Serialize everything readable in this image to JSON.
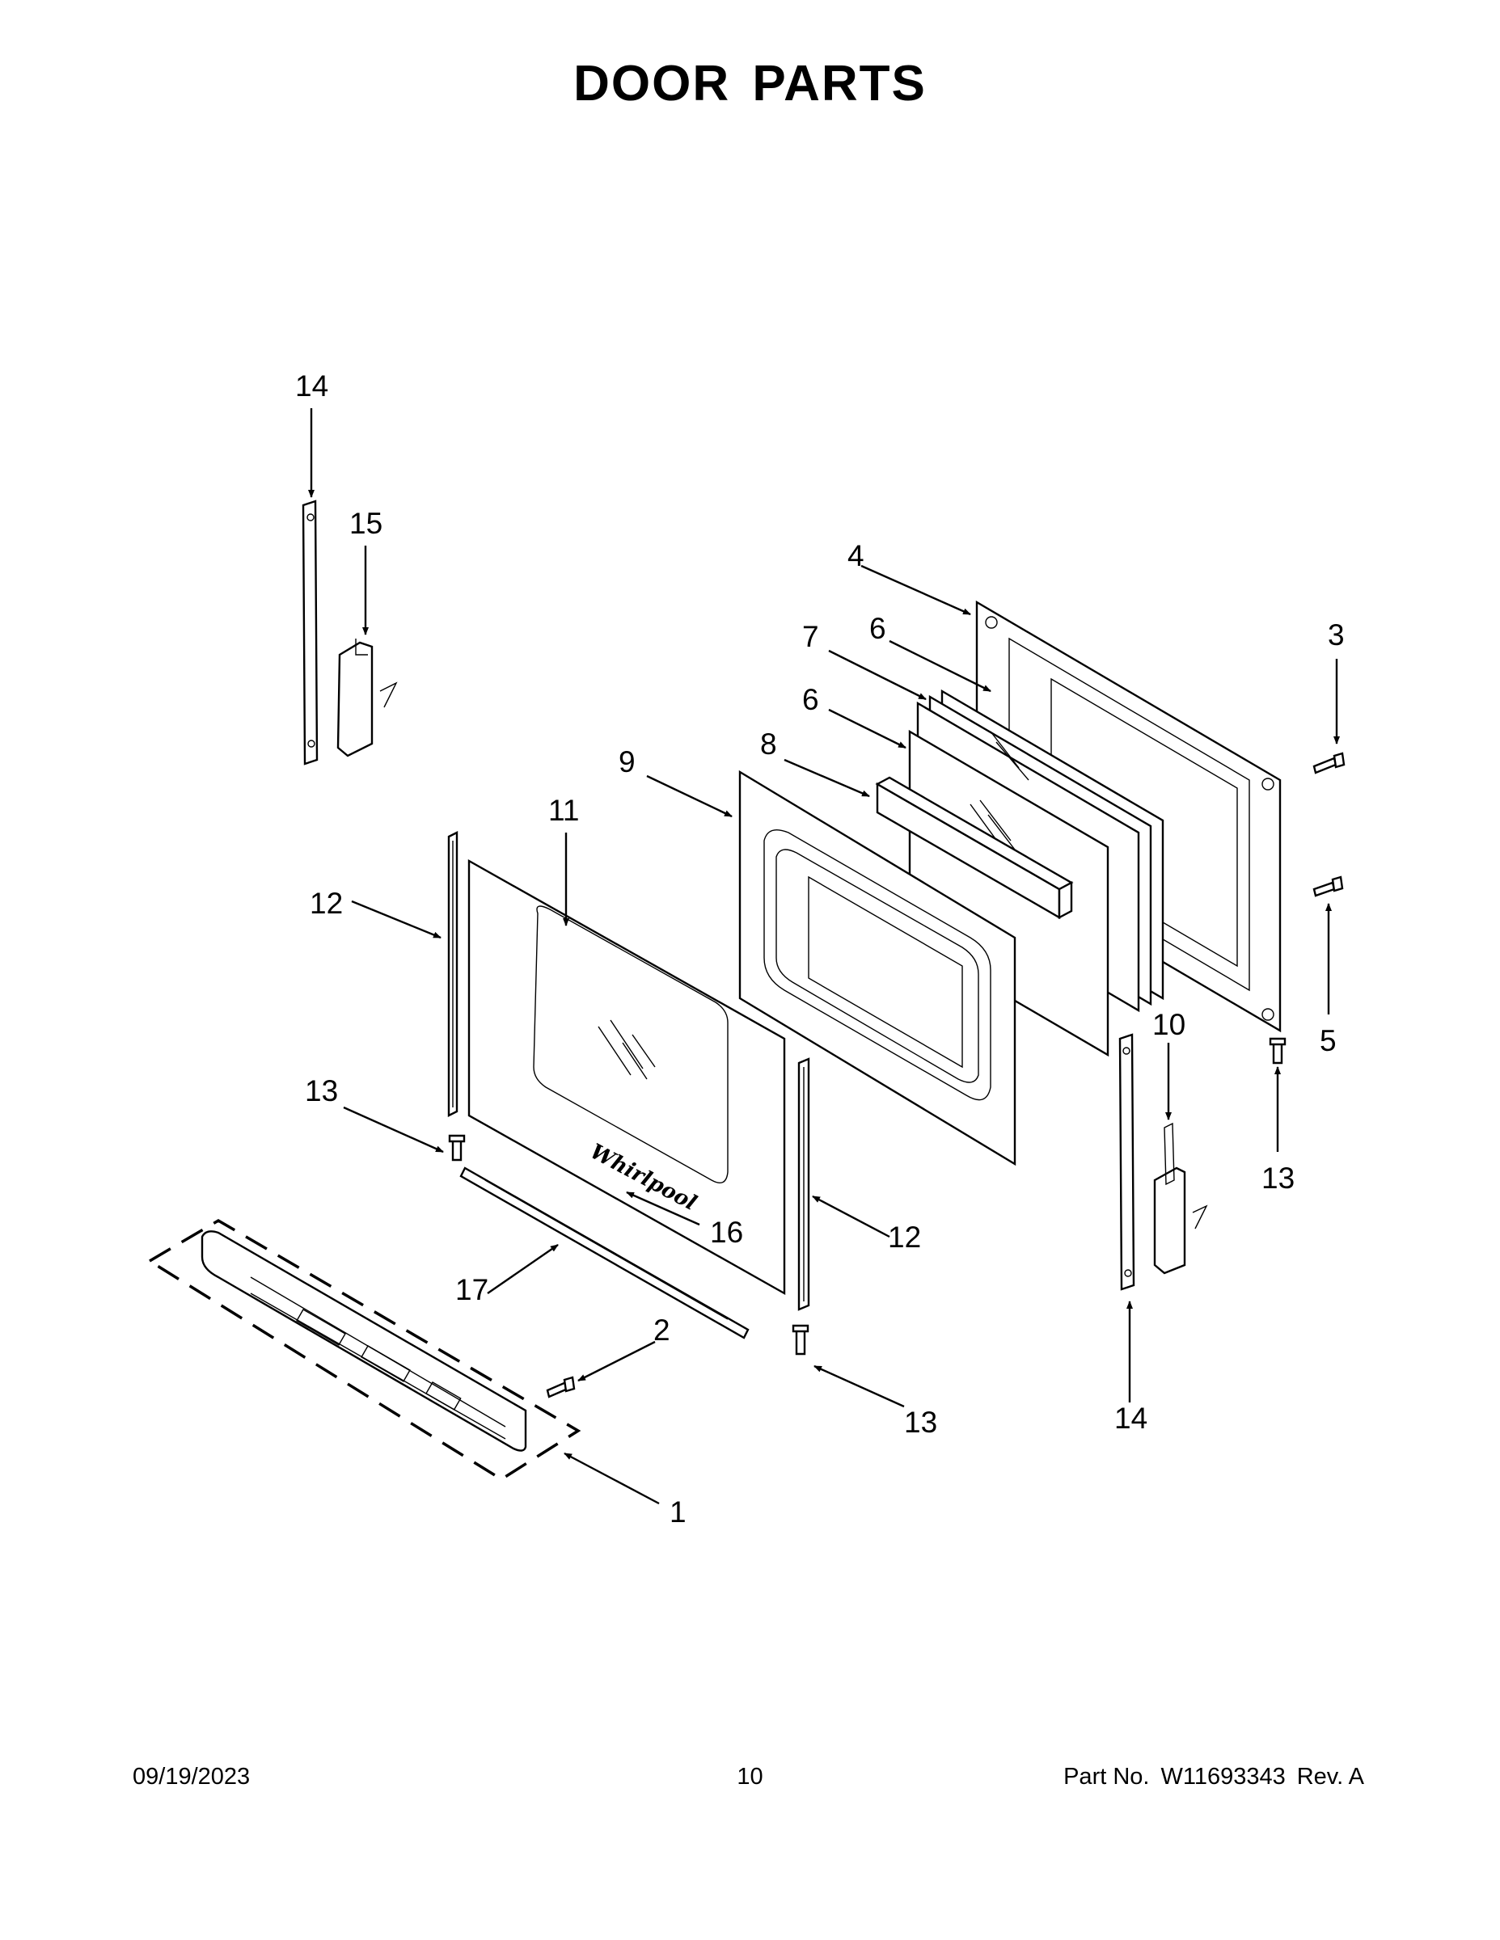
{
  "page": {
    "title": "DOOR PARTS"
  },
  "callouts": [
    {
      "id": "c14a",
      "label": "14"
    },
    {
      "id": "c15",
      "label": "15"
    },
    {
      "id": "c4",
      "label": "4"
    },
    {
      "id": "c7",
      "label": "7"
    },
    {
      "id": "c6a",
      "label": "6"
    },
    {
      "id": "c6b",
      "label": "6"
    },
    {
      "id": "c3",
      "label": "3"
    },
    {
      "id": "c8",
      "label": "8"
    },
    {
      "id": "c9",
      "label": "9"
    },
    {
      "id": "c11",
      "label": "11"
    },
    {
      "id": "c12a",
      "label": "12"
    },
    {
      "id": "c5",
      "label": "5"
    },
    {
      "id": "c10",
      "label": "10"
    },
    {
      "id": "c13a",
      "label": "13"
    },
    {
      "id": "c13b",
      "label": "13"
    },
    {
      "id": "c16",
      "label": "16"
    },
    {
      "id": "c12b",
      "label": "12"
    },
    {
      "id": "c17",
      "label": "17"
    },
    {
      "id": "c2",
      "label": "2"
    },
    {
      "id": "c13c",
      "label": "13"
    },
    {
      "id": "c14b",
      "label": "14"
    },
    {
      "id": "c1",
      "label": "1"
    }
  ],
  "footer": {
    "date": "09/19/2023",
    "page_number": "10",
    "part_label": "Part No.",
    "part_number": "W11693343",
    "revision": "Rev. A"
  }
}
